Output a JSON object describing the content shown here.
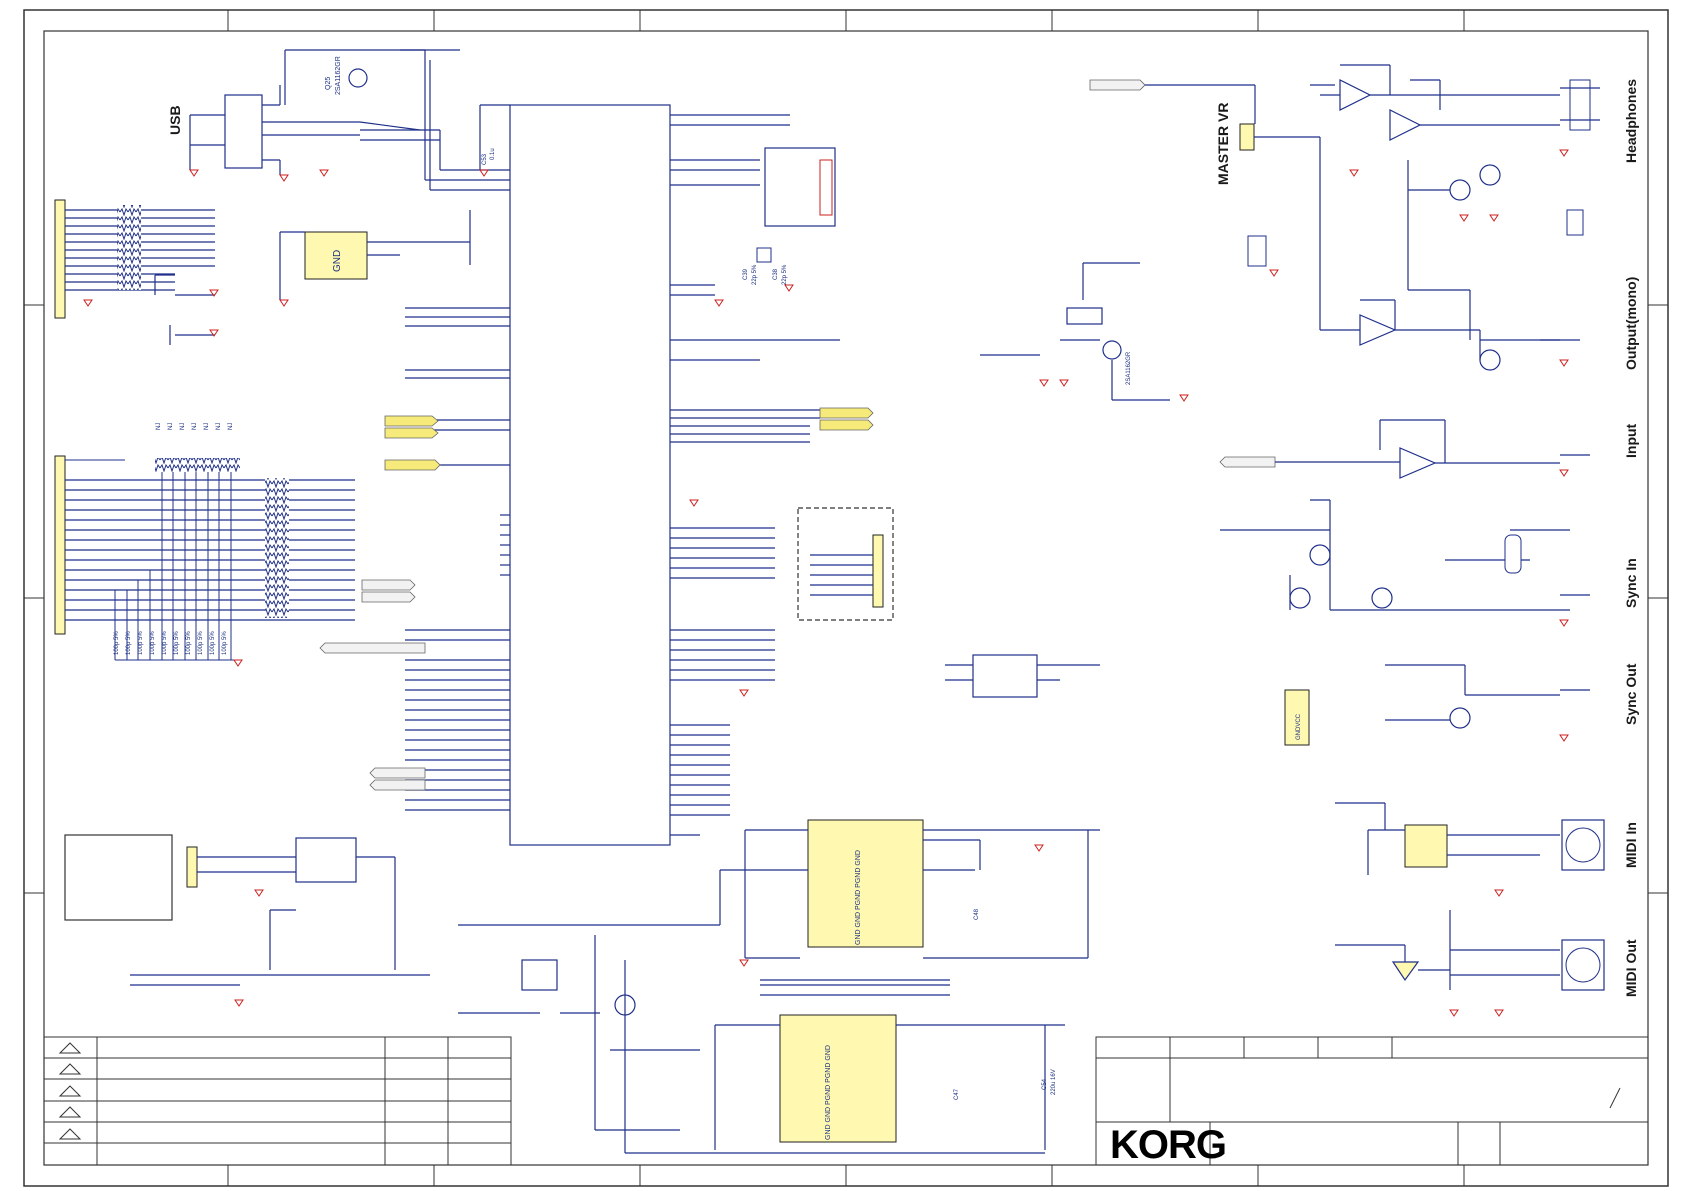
{
  "connector_labels": {
    "usb": "USB",
    "master_vr": "MASTER VR",
    "headphones": "Headphones",
    "output_mono": "Output(mono)",
    "input": "Input",
    "sync_in": "Sync In",
    "sync_out": "Sync Out",
    "midi_in": "MIDI In",
    "midi_out": "MIDI Out"
  },
  "brand": {
    "logo_text": "KORG"
  },
  "ic_labels": {
    "reg_gnd": "GND",
    "gndvcc": "GNDVCC",
    "pwr1_pins": "GND GND PGND PGND GND",
    "pwr2_pins": "GND GND PGND PGND GND"
  },
  "part_labels": {
    "q25": "Q25",
    "q25_type": "2SA1162GR",
    "q_amp": "2SA1162GR",
    "c53": "C53",
    "c53_val": "0.1u",
    "c39": "C39",
    "c39_val": "22p 5%",
    "c38": "C38",
    "c38_val": "22p 5%",
    "c54": "C54",
    "c54_val": "220u 16V",
    "c47": "C47",
    "c48": "C48",
    "nj": "NJ",
    "cap_100p": "100p 5%"
  },
  "colors": {
    "wire": "#1f2f8a",
    "wire_dark": "#0f1e6e",
    "component": "#1a2f80",
    "ground": "#cc1f1f",
    "ic_fill": "#fff8b0",
    "ic_stroke": "#222222",
    "border": "#333333",
    "net_flag": "#f2f2f2"
  }
}
